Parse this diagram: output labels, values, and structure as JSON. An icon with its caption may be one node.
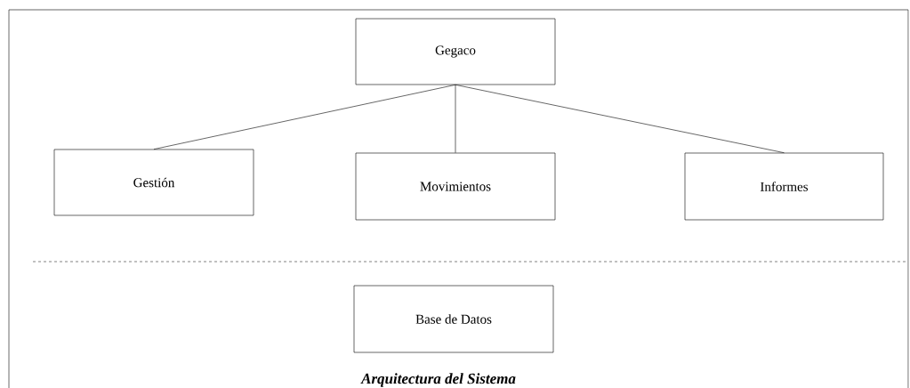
{
  "diagram": {
    "caption": "Arquitectura del Sistema",
    "nodes": [
      {
        "text": [
          "Gegaco"
        ]
      },
      {
        "text": [
          "Gestión"
        ]
      },
      {
        "text": [
          "Movimientos"
        ]
      },
      {
        "text": [
          "Informes"
        ]
      },
      {
        "text": [
          "Base de Datos"
        ]
      }
    ],
    "edges": [
      {
        "from": 0,
        "to": 1,
        "arrow": "none"
      },
      {
        "from": 0,
        "to": 2,
        "arrow": "none"
      },
      {
        "from": 0,
        "to": 3,
        "arrow": "none"
      }
    ]
  }
}
